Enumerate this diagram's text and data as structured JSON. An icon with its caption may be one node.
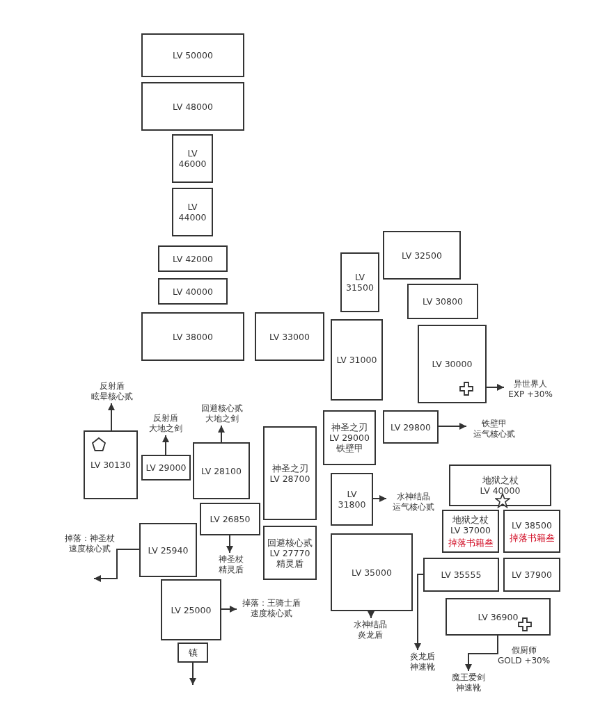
{
  "diagram": {
    "nodes": [
      {
        "text": [
          "LV 50000"
        ]
      },
      {
        "text": [
          "LV 48000"
        ]
      },
      {
        "text": [
          "LV 46000"
        ]
      },
      {
        "text": [
          "LV 44000"
        ]
      },
      {
        "text": [
          "LV 32500"
        ]
      },
      {
        "text": [
          "LV 42000"
        ]
      },
      {
        "text": [
          "LV 31500"
        ]
      },
      {
        "text": [
          "LV 30800"
        ]
      },
      {
        "text": [
          "LV 40000"
        ]
      },
      {
        "text": [
          "LV 38000"
        ]
      },
      {
        "text": [
          "LV 33000"
        ]
      },
      {
        "text": [
          "LV 31000"
        ]
      },
      {
        "text": [
          "LV 30000"
        ]
      },
      {
        "text": [
          "异世界人",
          "EXP +30%"
        ]
      },
      {
        "text": [
          "反射盾",
          "眩晕核心贰"
        ]
      },
      {
        "text": [
          "回避核心贰",
          "大地之剑"
        ]
      },
      {
        "text": [
          "反射盾",
          "大地之剑"
        ]
      },
      {
        "text": [
          "神圣之刃",
          "LV 29000",
          "铁壁甲"
        ]
      },
      {
        "text": [
          "LV 29800"
        ]
      },
      {
        "text": [
          "铁壁甲",
          "运气核心贰"
        ]
      },
      {
        "text": [
          "LV 30130"
        ]
      },
      {
        "text": [
          "LV 29000"
        ]
      },
      {
        "text": [
          "LV 28100"
        ]
      },
      {
        "text": [
          "神圣之刃",
          "LV 28700"
        ]
      },
      {
        "text": [
          "地狱之杖",
          "LV 40000"
        ]
      },
      {
        "text": [
          "LV 31800"
        ]
      },
      {
        "text": [
          "水神结晶",
          "运气核心贰"
        ]
      },
      {
        "text": [
          "地狱之杖",
          "LV 37000",
          "掉落书籍叁"
        ]
      },
      {
        "text": [
          "LV 38500",
          "掉落书籍叁"
        ]
      },
      {
        "text": [
          "LV 26850"
        ]
      },
      {
        "text": [
          "LV 25940"
        ]
      },
      {
        "text": [
          "回避核心贰",
          "LV 27770",
          "精灵盾"
        ]
      },
      {
        "text": [
          "LV 35000"
        ]
      },
      {
        "text": [
          "LV 35555"
        ]
      },
      {
        "text": [
          "LV 37900"
        ]
      },
      {
        "text": [
          "神圣杖",
          "精灵盾"
        ]
      },
      {
        "text": [
          "LV 25000"
        ]
      },
      {
        "text": [
          "掉落：王骑士盾",
          "速度核心贰"
        ]
      },
      {
        "text": [
          "LV 36900"
        ],
        "beside": [
          "假厨师",
          "GOLD +30%"
        ]
      },
      {
        "text": [
          "水神结晶",
          "炎龙盾"
        ]
      },
      {
        "text": [
          "镇"
        ]
      },
      {
        "text": [
          "炎龙盾",
          "神速靴"
        ]
      },
      {
        "text": [
          "魔王爱剑",
          "神速靴"
        ]
      }
    ],
    "edges": [
      {
        "from": 12,
        "to": 13,
        "arrow": "to"
      },
      {
        "from": 20,
        "to": 14,
        "arrow": "to"
      },
      {
        "from": 21,
        "to": 16,
        "arrow": "to"
      },
      {
        "from": 22,
        "to": 15,
        "arrow": "to"
      },
      {
        "from": 18,
        "to": 19,
        "arrow": "to"
      },
      {
        "from": 25,
        "to": 26,
        "arrow": "to"
      },
      {
        "from": 29,
        "to": 35,
        "arrow": "to"
      },
      {
        "from": 30,
        "to": null,
        "arrow": "to"
      },
      {
        "from": 36,
        "to": 37,
        "arrow": "to"
      },
      {
        "from": 32,
        "to": 39,
        "arrow": "to"
      },
      {
        "from": 33,
        "to": 41,
        "arrow": "to"
      },
      {
        "from": 38,
        "to": 42,
        "arrow": "to"
      },
      {
        "from": 40,
        "to": null,
        "arrow": "to"
      }
    ],
    "labels": [
      "掉落：神圣杖",
      "速度核心贰"
    ]
  }
}
